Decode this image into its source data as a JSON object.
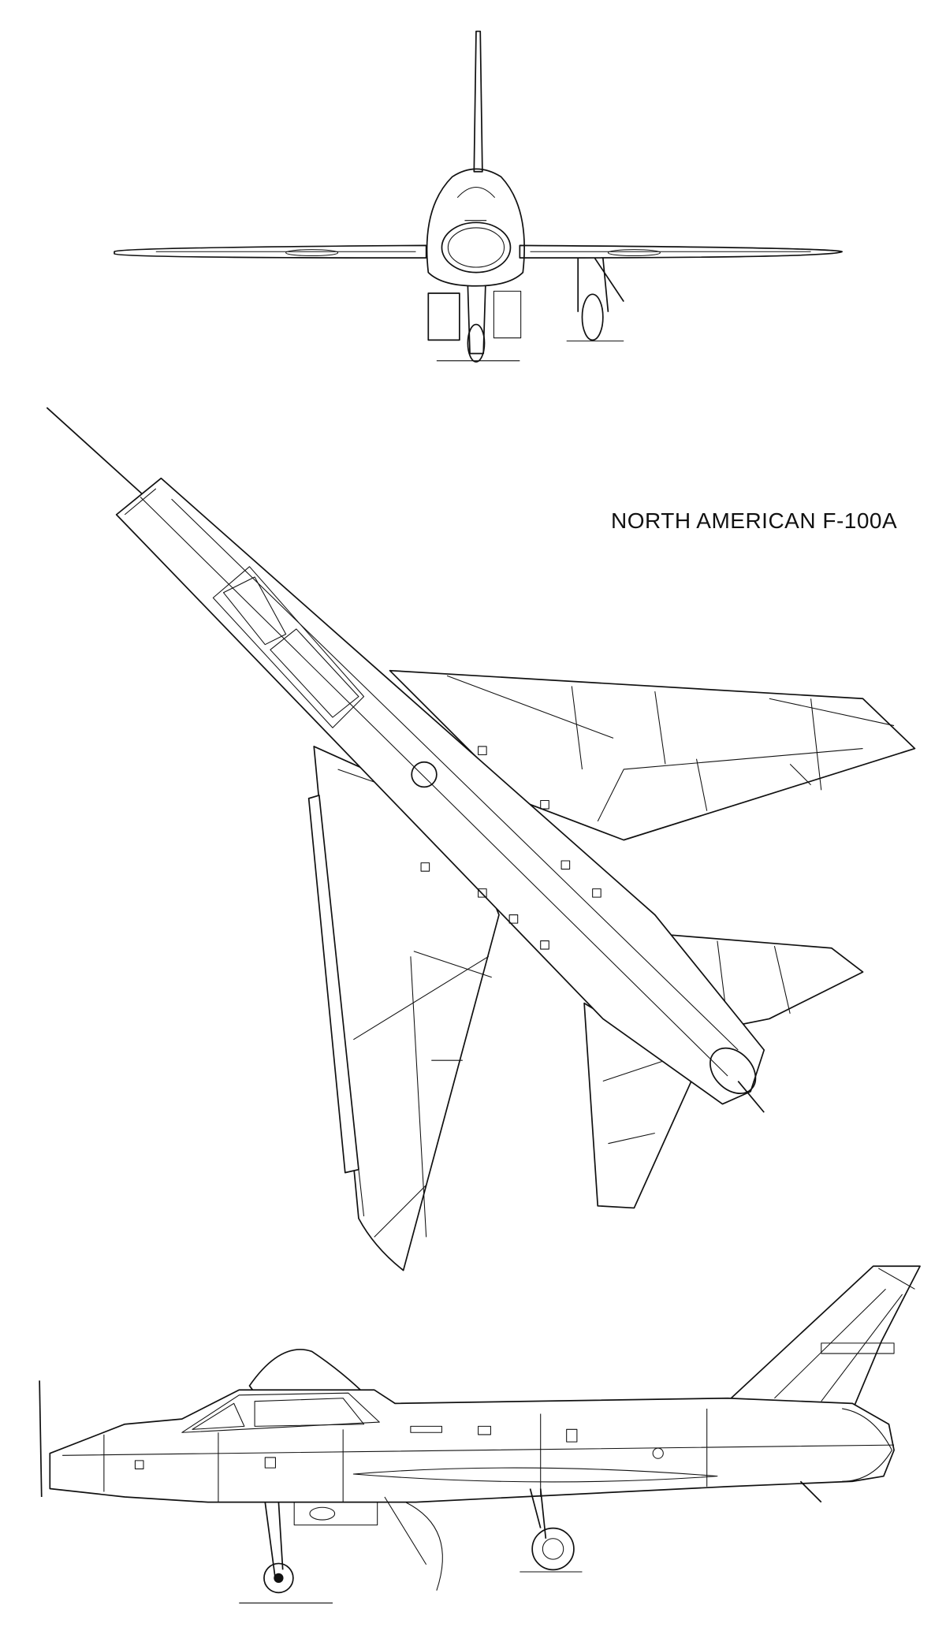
{
  "title": "NORTH AMERICAN F-100A",
  "views": [
    "front-view",
    "top-view",
    "side-view"
  ]
}
